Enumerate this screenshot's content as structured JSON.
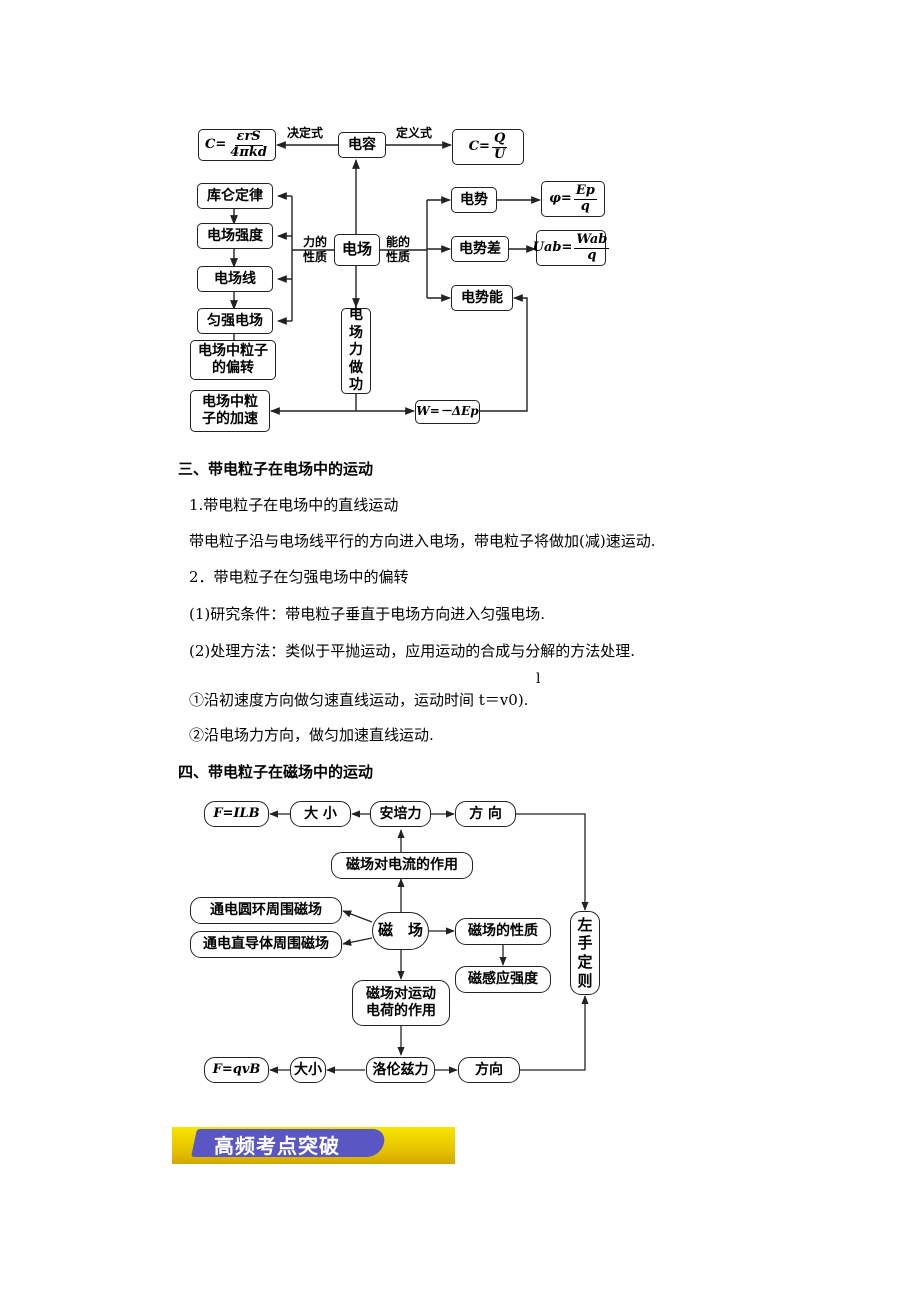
{
  "diagram1": {
    "capacitance": "电容",
    "decisive_label": "决定式",
    "definition_label": "定义式",
    "c_formula_det": {
      "lhs": "C=",
      "num": "εrS",
      "den": "4πkd"
    },
    "c_formula_def": {
      "lhs": "C=",
      "num": "Q",
      "den": "U"
    },
    "electric_field": "电场",
    "force_property": [
      "力的",
      "性质"
    ],
    "energy_property": [
      "能的",
      "性质"
    ],
    "coulomb_law": "库仑定律",
    "field_strength": "电场强度",
    "field_lines": "电场线",
    "uniform_field": "匀强电场",
    "particle_deflection": [
      "电场中粒子",
      "的偏转"
    ],
    "particle_acceleration": [
      "电场中粒",
      "子的加速"
    ],
    "field_work": [
      "电",
      "场",
      "力",
      "做",
      "功"
    ],
    "potential": "电势",
    "potential_formula": {
      "lhs": "φ=",
      "num": "Ep",
      "den": "q"
    },
    "potential_difference": "电势差",
    "voltage_formula": {
      "lhs": "Uab=",
      "num": "Wab",
      "den": "q"
    },
    "potential_energy": "电势能",
    "work_formula": "W=－ΔEp"
  },
  "section3": {
    "title": "三、带电粒子在电场中的运动",
    "p1": "1.带电粒子在电场中的直线运动",
    "p2": "带电粒子沿与电场线平行的方向进入电场，带电粒子将做加(减)速运动.",
    "p3": "2．带电粒子在匀强电场中的偏转",
    "p4": "(1)研究条件：带电粒子垂直于电场方向进入匀强电场.",
    "p5": "(2)处理方法：类似于平抛运动，应用运动的合成与分解的方法处理.",
    "p6": "①沿初速度方向做匀速直线运动，运动时间 t＝v0).",
    "p6_super": "l",
    "p7": "②沿电场力方向，做匀加速直线运动."
  },
  "section4": {
    "title": "四、带电粒子在磁场中的运动"
  },
  "diagram2": {
    "f_ilb": "F=ILB",
    "magnitude_top": "大 小",
    "ampere_force": "安培力",
    "direction_top": "方 向",
    "current_effect": "磁场对电流的作用",
    "ring_field": "通电圆环周围磁场",
    "wire_field": "通电直导体周围磁场",
    "magnetic_field": "磁　场",
    "field_property": "磁场的性质",
    "induction": "磁感应强度",
    "left_hand": [
      "左",
      "手",
      "定",
      "则"
    ],
    "charge_effect": [
      "磁场对运动",
      "电荷的作用"
    ],
    "f_qvb": "F=qvB",
    "magnitude_bottom": "大小",
    "lorentz_force": "洛伦兹力",
    "direction_bottom": "方向"
  },
  "banner": {
    "title": "高频考点突破"
  }
}
